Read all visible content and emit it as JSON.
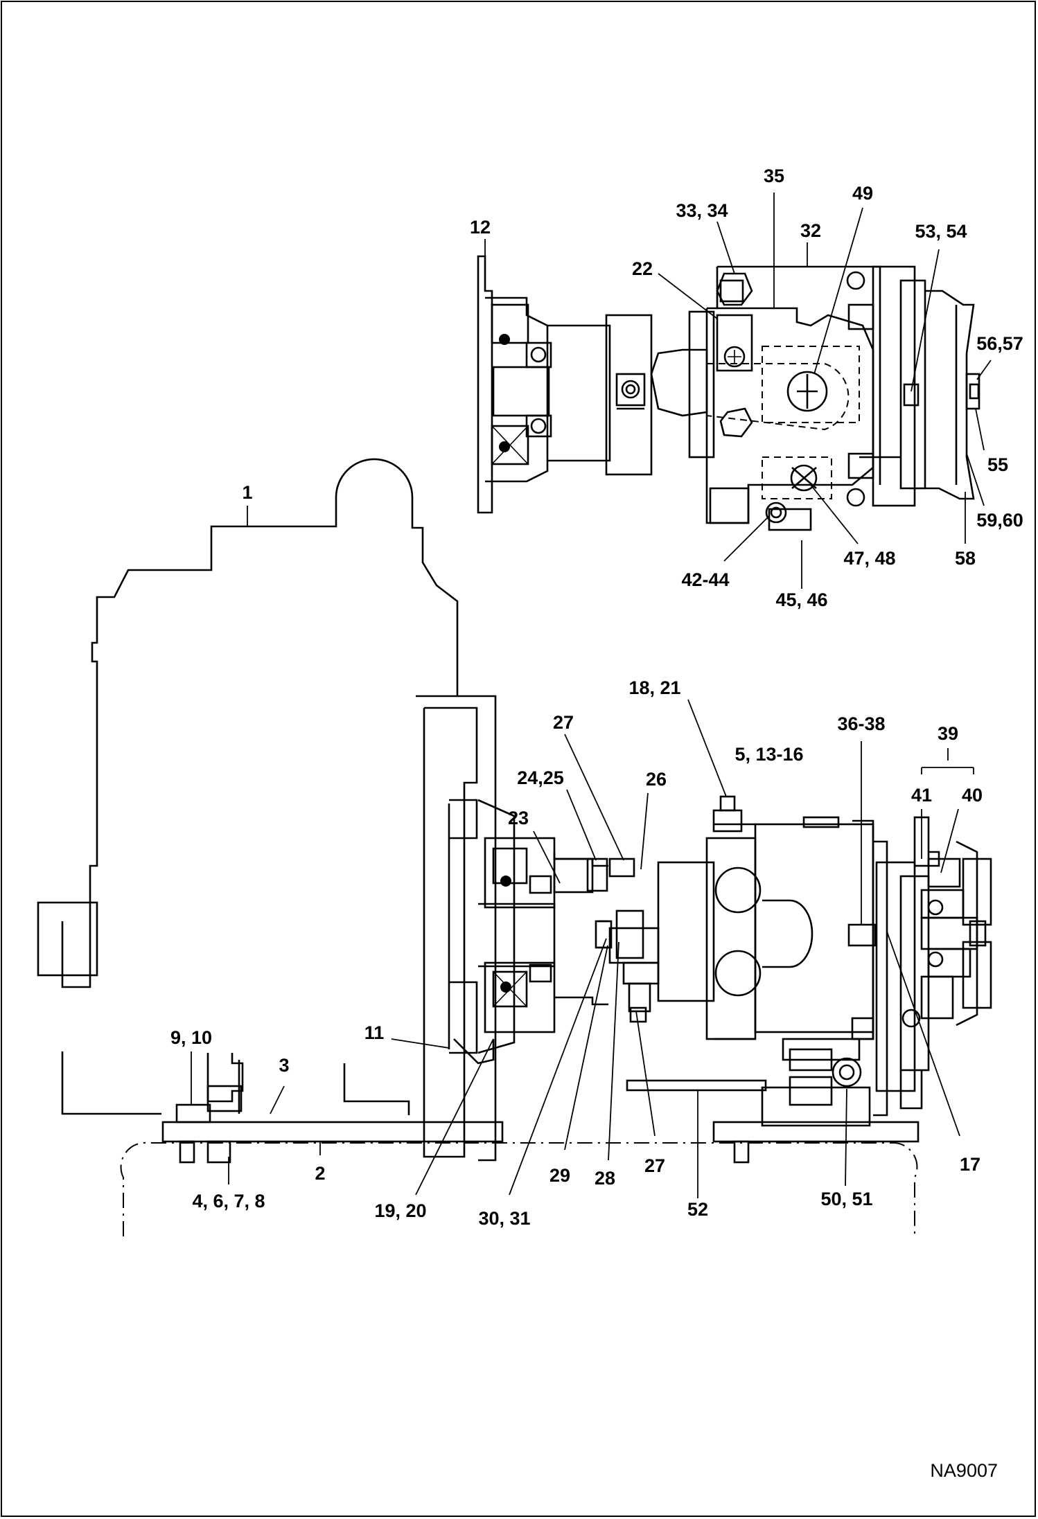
{
  "figure_code": "NA9007",
  "callouts": [
    {
      "id": "c1",
      "label": "1"
    },
    {
      "id": "c2",
      "label": "2"
    },
    {
      "id": "c3",
      "label": "3"
    },
    {
      "id": "c4",
      "label": "4, 6, 7, 8"
    },
    {
      "id": "c5",
      "label": "5, 13-16"
    },
    {
      "id": "c9",
      "label": "9, 10"
    },
    {
      "id": "c11",
      "label": "11"
    },
    {
      "id": "c12",
      "label": "12"
    },
    {
      "id": "c17",
      "label": "17"
    },
    {
      "id": "c18",
      "label": "18, 21"
    },
    {
      "id": "c19",
      "label": "19, 20"
    },
    {
      "id": "c22",
      "label": "22"
    },
    {
      "id": "c23",
      "label": "23"
    },
    {
      "id": "c24",
      "label": "24,25"
    },
    {
      "id": "c26",
      "label": "26"
    },
    {
      "id": "c27a",
      "label": "27"
    },
    {
      "id": "c27b",
      "label": "27"
    },
    {
      "id": "c28",
      "label": "28"
    },
    {
      "id": "c29",
      "label": "29"
    },
    {
      "id": "c30",
      "label": "30, 31"
    },
    {
      "id": "c32",
      "label": "32"
    },
    {
      "id": "c33",
      "label": "33, 34"
    },
    {
      "id": "c35",
      "label": "35"
    },
    {
      "id": "c36",
      "label": "36-38"
    },
    {
      "id": "c39",
      "label": "39"
    },
    {
      "id": "c40",
      "label": "40"
    },
    {
      "id": "c41",
      "label": "41"
    },
    {
      "id": "c42",
      "label": "42-44"
    },
    {
      "id": "c45",
      "label": "45, 46"
    },
    {
      "id": "c47",
      "label": "47, 48"
    },
    {
      "id": "c49",
      "label": "49"
    },
    {
      "id": "c50",
      "label": "50, 51"
    },
    {
      "id": "c52",
      "label": "52"
    },
    {
      "id": "c53",
      "label": "53, 54"
    },
    {
      "id": "c55",
      "label": "55"
    },
    {
      "id": "c56",
      "label": "56,57"
    },
    {
      "id": "c58",
      "label": "58"
    },
    {
      "id": "c59",
      "label": "59,60"
    }
  ]
}
